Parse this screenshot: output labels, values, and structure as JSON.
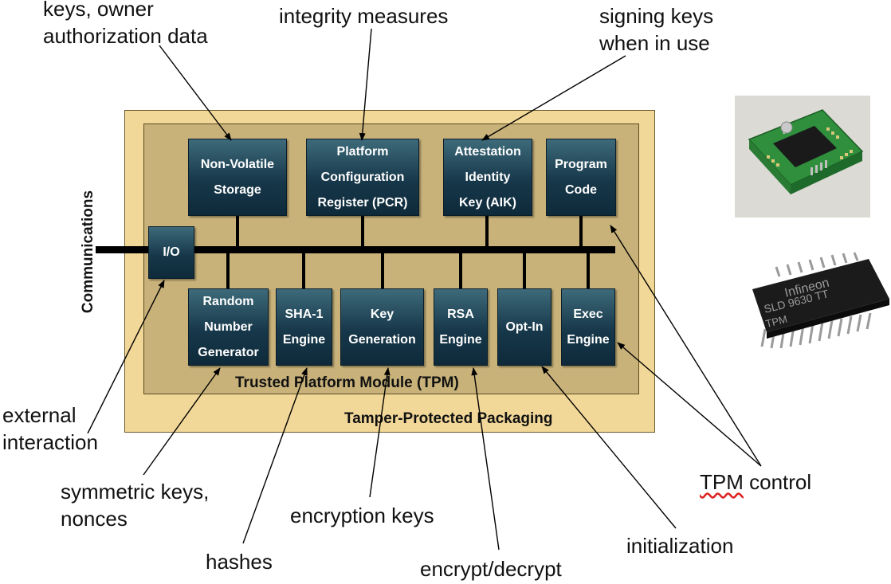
{
  "annotations": {
    "keys_owner": "keys, owner\nauthorization data",
    "integrity": "integrity measures",
    "signing": "signing keys\nwhen in use",
    "external": "external\ninteraction",
    "symmetric": "symmetric keys,\nnonces",
    "hashes": "hashes",
    "encryption_keys": "encryption keys",
    "encrypt_decrypt": "encrypt/decrypt",
    "initialization": "initialization",
    "tpm_control_prefix": "TPM",
    "tpm_control_suffix": " control"
  },
  "packaging": {
    "outer_label": "Tamper-Protected Packaging",
    "inner_label": "Trusted Platform Module (TPM)",
    "communications_label": "Communications"
  },
  "modules": {
    "nvs": "Non-Volatile\nStorage",
    "pcr": "Platform\nConfiguration\nRegister (PCR)",
    "aik": "Attestation\nIdentity\nKey (AIK)",
    "program": "Program\nCode",
    "io": "I/O",
    "rng": "Random\nNumber\nGenerator",
    "sha1": "SHA-1\nEngine",
    "keygen": "Key\nGeneration",
    "rsa": "RSA\nEngine",
    "optin": "Opt-In",
    "exec": "Exec\nEngine"
  },
  "chip_marking": {
    "brand": "Infineon",
    "line2": "SLD 9630 TT",
    "line3": "TPM"
  },
  "colors": {
    "module_fill": "#17384a",
    "outer_fill": "#f2d898",
    "inner_fill": "#c8b27a"
  }
}
